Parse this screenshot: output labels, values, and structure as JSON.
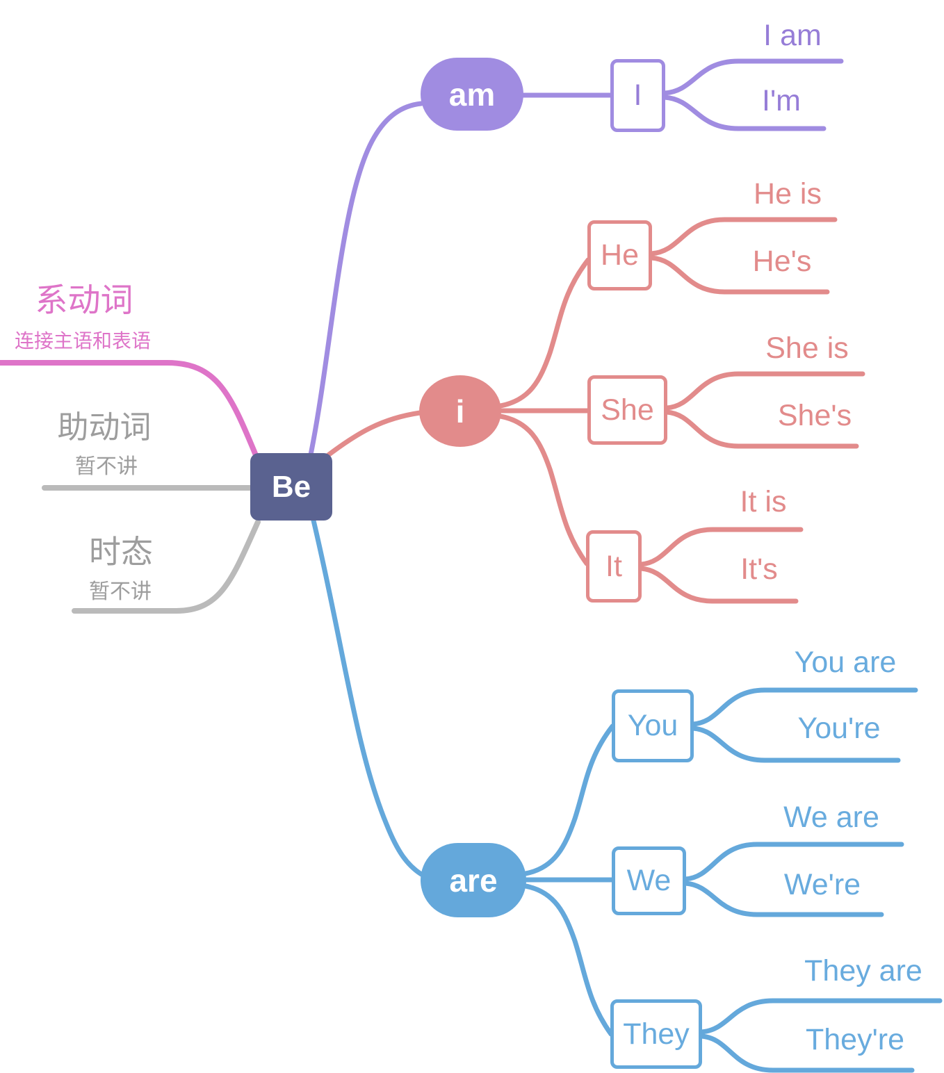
{
  "colors": {
    "root_bg": "#5a6290",
    "purple": "#a08ce1",
    "purple_text": "#967dd7",
    "salmon": "#e28b8b",
    "blue": "#64a8db",
    "pink": "#de74c8",
    "gray_line": "#bababa",
    "gray_text": "#9d9d9d",
    "node_text": "#ffffff"
  },
  "root": {
    "label": "Be"
  },
  "left_branches": [
    {
      "title": "系动词",
      "subtitle": "连接主语和表语",
      "color": "#de74c8"
    },
    {
      "title": "助动词",
      "subtitle": "暂不讲",
      "color": "#9d9d9d"
    },
    {
      "title": "时态",
      "subtitle": "暂不讲",
      "color": "#9d9d9d"
    }
  ],
  "branches": [
    {
      "label": "am",
      "color": "#a08ce1",
      "children": [
        {
          "label": "I",
          "leaves": [
            "I am",
            "I'm"
          ]
        }
      ]
    },
    {
      "label": "i",
      "color": "#e28b8b",
      "children": [
        {
          "label": "He",
          "leaves": [
            "He is",
            "He's"
          ]
        },
        {
          "label": "She",
          "leaves": [
            "She is",
            "She's"
          ]
        },
        {
          "label": "It",
          "leaves": [
            "It is",
            "It's"
          ]
        }
      ]
    },
    {
      "label": "are",
      "color": "#64a8db",
      "children": [
        {
          "label": "You",
          "leaves": [
            "You are",
            "You're"
          ]
        },
        {
          "label": "We",
          "leaves": [
            "We are",
            "We're"
          ]
        },
        {
          "label": "They",
          "leaves": [
            "They are",
            "They're"
          ]
        }
      ]
    }
  ]
}
